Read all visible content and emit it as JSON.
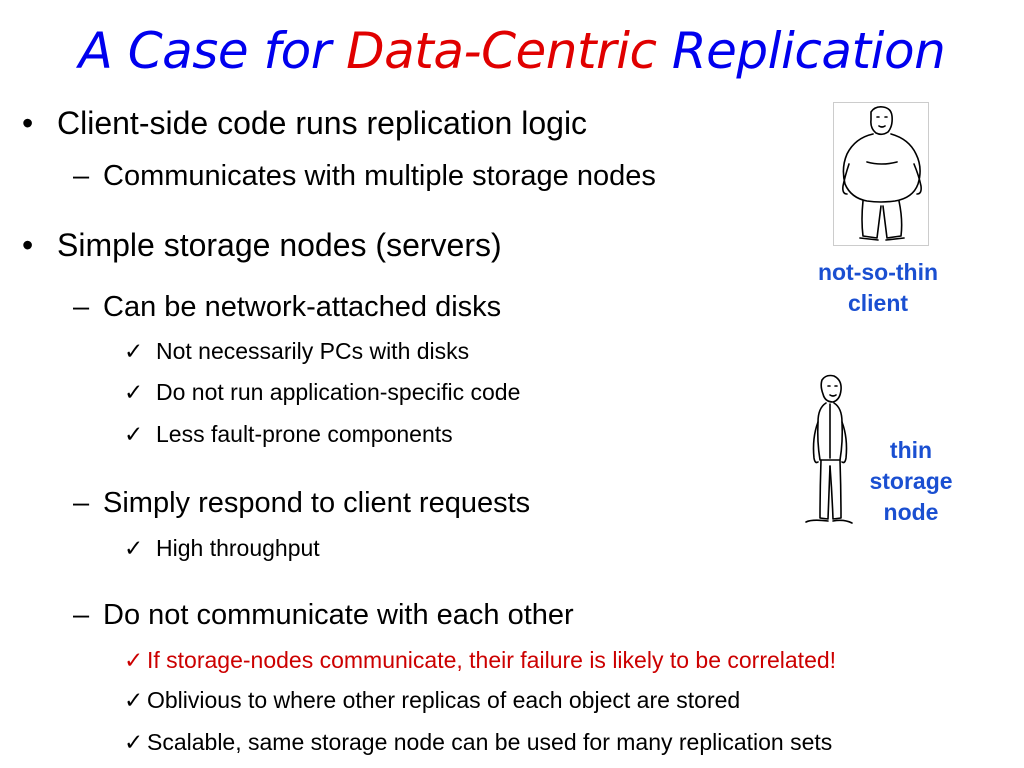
{
  "slide": {
    "title_prefix": "A Case for ",
    "title_highlight": "Data-Centric",
    "title_suffix": " Replication",
    "bullets": {
      "b1": "Client-side code runs replication logic",
      "b1_1": "Communicates with multiple storage nodes",
      "b2": "Simple storage nodes (servers)",
      "b2_1": "Can be network-attached disks",
      "b2_1_a": "Not necessarily PCs with disks",
      "b2_1_b": "Do not run application-specific code",
      "b2_1_c": "Less fault-prone components",
      "b2_2": "Simply respond to client requests",
      "b2_2_a": "High throughput",
      "b2_3": "Do not communicate with each other",
      "b2_3_a": "If storage-nodes communicate, their failure is likely to be correlated!",
      "b2_3_b": "Oblivious to where other replicas of each object are stored",
      "b2_3_c": "Scalable, same storage node can be used for many replication sets"
    },
    "captions": {
      "client_line1": "not-so-thin",
      "client_line2": "client",
      "storage_line1": "thin",
      "storage_line2": "storage",
      "storage_line3": "node"
    },
    "glyphs": {
      "bullet": "•",
      "dash": "–",
      "check": "✓"
    },
    "colors": {
      "title": "#0000ee",
      "title_highlight": "#e00000",
      "warning": "#cc0000",
      "caption": "#1a4fd1"
    }
  }
}
